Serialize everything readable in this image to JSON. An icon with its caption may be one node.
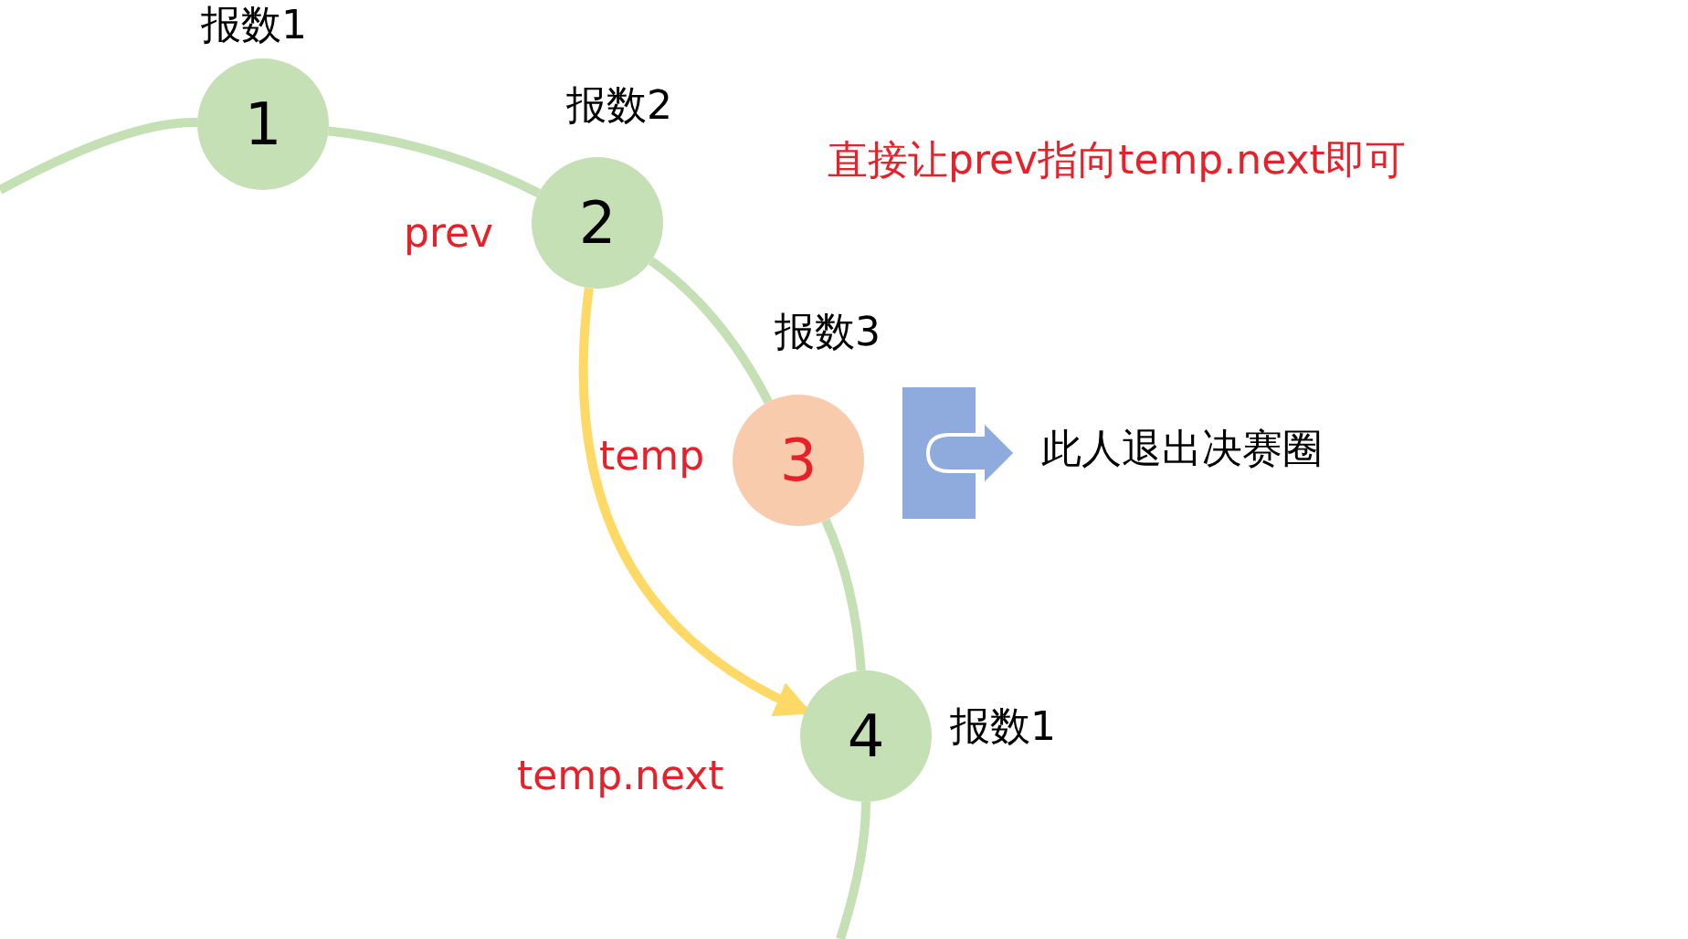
{
  "diagram": {
    "nodes": [
      {
        "text": [
          "1"
        ],
        "beside": [
          "报数1"
        ]
      },
      {
        "text": [
          "2"
        ],
        "beside": [
          "报数2",
          "prev"
        ]
      },
      {
        "text": [
          "3"
        ],
        "beside": [
          "报数3",
          "temp"
        ]
      },
      {
        "text": [
          "4"
        ],
        "beside": [
          "报数1",
          "temp.next"
        ]
      }
    ],
    "edges": [
      {
        "from": null,
        "to": 0,
        "arrow": "none"
      },
      {
        "from": 0,
        "to": 1,
        "arrow": "none"
      },
      {
        "from": 1,
        "to": 2,
        "arrow": "none"
      },
      {
        "from": 2,
        "to": 3,
        "arrow": "none"
      },
      {
        "from": 3,
        "to": null,
        "arrow": "none"
      },
      {
        "from": 1,
        "to": 3,
        "arrow": "to",
        "color": "#ffd966"
      }
    ],
    "labels": [
      "直接让prev指向temp.next即可",
      "此人退出决赛圈"
    ]
  }
}
